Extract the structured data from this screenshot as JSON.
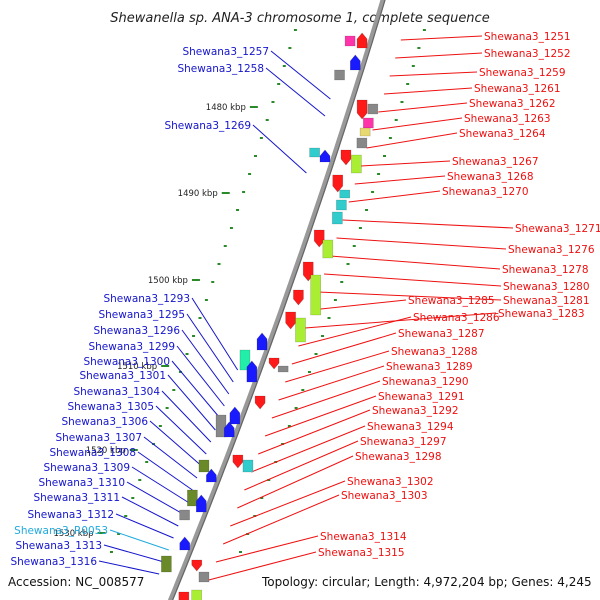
{
  "title": "Shewanella sp. ANA-3 chromosome 1, complete sequence",
  "accession": "Accession: NC_008577",
  "topology_text": "Topology: circular; Length: 4,972,204 bp; Genes: 4,245",
  "colors": {
    "forward_label": "#1515cc",
    "reverse_label": "#ee1111",
    "rna_label": "#22aadd",
    "backbone": "#999999",
    "tick": "#2a8a2a",
    "cog_palette": [
      "#ff1a1a",
      "#1a1aff",
      "#aaee33",
      "#22eeaa",
      "#888888",
      "#ff8800",
      "#ff33aa",
      "#33cccc",
      "#6a8a2a",
      "#e8d870"
    ]
  },
  "kbp_labels": [
    "1480 kbp",
    "1490 kbp",
    "1500 kbp",
    "1510 kbp",
    "1520 kbp",
    "1530 kbp"
  ],
  "left_labels": [
    {
      "text": "Shewana3_1257",
      "type": "forward"
    },
    {
      "text": "Shewana3_1258",
      "type": "forward"
    },
    {
      "text": "Shewana3_1269",
      "type": "forward"
    },
    {
      "text": "Shewana3_1293",
      "type": "forward"
    },
    {
      "text": "Shewana3_1295",
      "type": "forward"
    },
    {
      "text": "Shewana3_1296",
      "type": "forward"
    },
    {
      "text": "Shewana3_1299",
      "type": "forward"
    },
    {
      "text": "Shewana3_1300",
      "type": "forward"
    },
    {
      "text": "Shewana3_1301",
      "type": "forward"
    },
    {
      "text": "Shewana3_1304",
      "type": "forward"
    },
    {
      "text": "Shewana3_1305",
      "type": "forward"
    },
    {
      "text": "Shewana3_1306",
      "type": "forward"
    },
    {
      "text": "Shewana3_1307",
      "type": "forward"
    },
    {
      "text": "Shewana3_1308",
      "type": "forward"
    },
    {
      "text": "Shewana3_1309",
      "type": "forward"
    },
    {
      "text": "Shewana3_1310",
      "type": "forward"
    },
    {
      "text": "Shewana3_1311",
      "type": "forward"
    },
    {
      "text": "Shewana3_1312",
      "type": "forward"
    },
    {
      "text": "Shewana3_R0053",
      "type": "rna"
    },
    {
      "text": "Shewana3_1313",
      "type": "forward"
    },
    {
      "text": "Shewana3_1316",
      "type": "forward"
    }
  ],
  "right_labels": [
    {
      "text": "Shewana3_1251"
    },
    {
      "text": "Shewana3_1252"
    },
    {
      "text": "Shewana3_1259"
    },
    {
      "text": "Shewana3_1261"
    },
    {
      "text": "Shewana3_1262"
    },
    {
      "text": "Shewana3_1263"
    },
    {
      "text": "Shewana3_1264"
    },
    {
      "text": "Shewana3_1267"
    },
    {
      "text": "Shewana3_1268"
    },
    {
      "text": "Shewana3_1270"
    },
    {
      "text": "Shewana3_1271"
    },
    {
      "text": "Shewana3_1276"
    },
    {
      "text": "Shewana3_1278"
    },
    {
      "text": "Shewana3_1280"
    },
    {
      "text": "Shewana3_1281"
    },
    {
      "text": "Shewana3_1285"
    },
    {
      "text": "Shewana3_1283"
    },
    {
      "text": "Shewana3_1286"
    },
    {
      "text": "Shewana3_1287"
    },
    {
      "text": "Shewana3_1288"
    },
    {
      "text": "Shewana3_1289"
    },
    {
      "text": "Shewana3_1290"
    },
    {
      "text": "Shewana3_1291"
    },
    {
      "text": "Shewana3_1292"
    },
    {
      "text": "Shewana3_1294"
    },
    {
      "text": "Shewana3_1297"
    },
    {
      "text": "Shewana3_1298"
    },
    {
      "text": "Shewana3_1302"
    },
    {
      "text": "Shewana3_1303"
    },
    {
      "text": "Shewana3_1314"
    },
    {
      "text": "Shewana3_1315"
    }
  ]
}
